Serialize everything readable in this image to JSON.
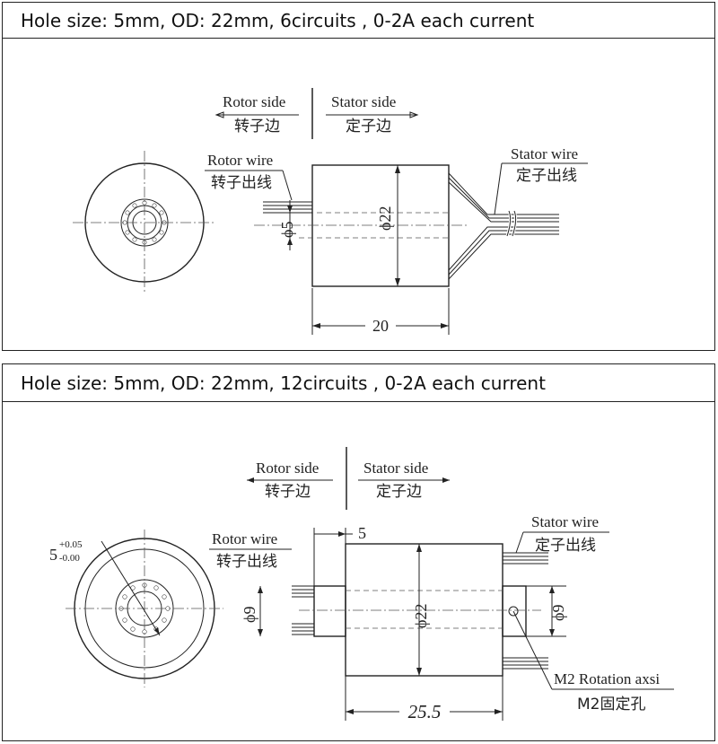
{
  "panels": [
    {
      "header": "Hole size: 5mm, OD: 22mm, 6circuits , 0-2A each current",
      "rotor_side": "Rotor side",
      "rotor_side_cn": "转子边",
      "stator_side": "Stator side",
      "stator_side_cn": "定子边",
      "rotor_wire": "Rotor wire",
      "rotor_wire_cn": "转子出线",
      "stator_wire": "Stator wire",
      "stator_wire_cn": "定子出线",
      "dim_diameter": "ϕ22",
      "dim_bore": "ϕ5",
      "dim_length": "20"
    },
    {
      "header": "Hole size: 5mm, OD: 22mm, 12circuits , 0-2A each current",
      "rotor_side": "Rotor side",
      "rotor_side_cn": "转子边",
      "stator_side": "Stator side",
      "stator_side_cn": "定子边",
      "rotor_wire": "Rotor wire",
      "rotor_wire_cn": "转子出线",
      "stator_wire": "Stator wire",
      "stator_wire_cn": "定子出线",
      "bore_base": "5",
      "bore_tol_upper": "+0.05",
      "bore_tol_lower": "-0.00",
      "dim_step": "5",
      "dim_shaft_left": "ϕ9",
      "dim_shaft_right": "ϕ9",
      "dim_diameter": "ϕ22",
      "dim_length": "25.5",
      "m2_label": "M2 Rotation axsi",
      "m2_label_cn": "M2固定孔"
    }
  ]
}
